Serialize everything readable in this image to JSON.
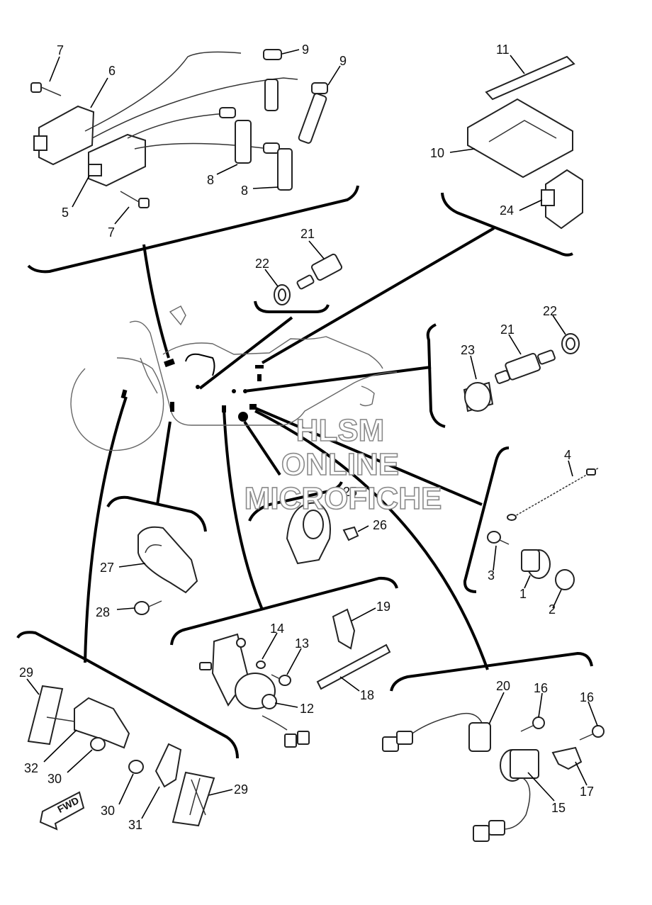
{
  "watermark": {
    "line1": "HLSM",
    "line2": "ONLINE",
    "line3": "MICROFICHE"
  },
  "fwd_label": "FWD",
  "callouts": [
    {
      "id": "c7a",
      "text": "7"
    },
    {
      "id": "c6",
      "text": "6"
    },
    {
      "id": "c9a",
      "text": "9"
    },
    {
      "id": "c9b",
      "text": "9"
    },
    {
      "id": "c8a",
      "text": "8"
    },
    {
      "id": "c8b",
      "text": "8"
    },
    {
      "id": "c5",
      "text": "5"
    },
    {
      "id": "c7b",
      "text": "7"
    },
    {
      "id": "c11",
      "text": "11"
    },
    {
      "id": "c10",
      "text": "10"
    },
    {
      "id": "c24",
      "text": "24"
    },
    {
      "id": "c21a",
      "text": "21"
    },
    {
      "id": "c22a",
      "text": "22"
    },
    {
      "id": "c22b",
      "text": "22"
    },
    {
      "id": "c21b",
      "text": "21"
    },
    {
      "id": "c23",
      "text": "23"
    },
    {
      "id": "c4",
      "text": "4"
    },
    {
      "id": "c3",
      "text": "3"
    },
    {
      "id": "c1",
      "text": "1"
    },
    {
      "id": "c2",
      "text": "2"
    },
    {
      "id": "c25",
      "text": "25"
    },
    {
      "id": "c26",
      "text": "26"
    },
    {
      "id": "c27",
      "text": "27"
    },
    {
      "id": "c28",
      "text": "28"
    },
    {
      "id": "c19",
      "text": "19"
    },
    {
      "id": "c14",
      "text": "14"
    },
    {
      "id": "c13",
      "text": "13"
    },
    {
      "id": "c18",
      "text": "18"
    },
    {
      "id": "c12",
      "text": "12"
    },
    {
      "id": "c20",
      "text": "20"
    },
    {
      "id": "c16a",
      "text": "16"
    },
    {
      "id": "c16b",
      "text": "16"
    },
    {
      "id": "c17",
      "text": "17"
    },
    {
      "id": "c15",
      "text": "15"
    },
    {
      "id": "c29a",
      "text": "29"
    },
    {
      "id": "c32",
      "text": "32"
    },
    {
      "id": "c30a",
      "text": "30"
    },
    {
      "id": "c30b",
      "text": "30"
    },
    {
      "id": "c31",
      "text": "31"
    },
    {
      "id": "c29b",
      "text": "29"
    }
  ]
}
